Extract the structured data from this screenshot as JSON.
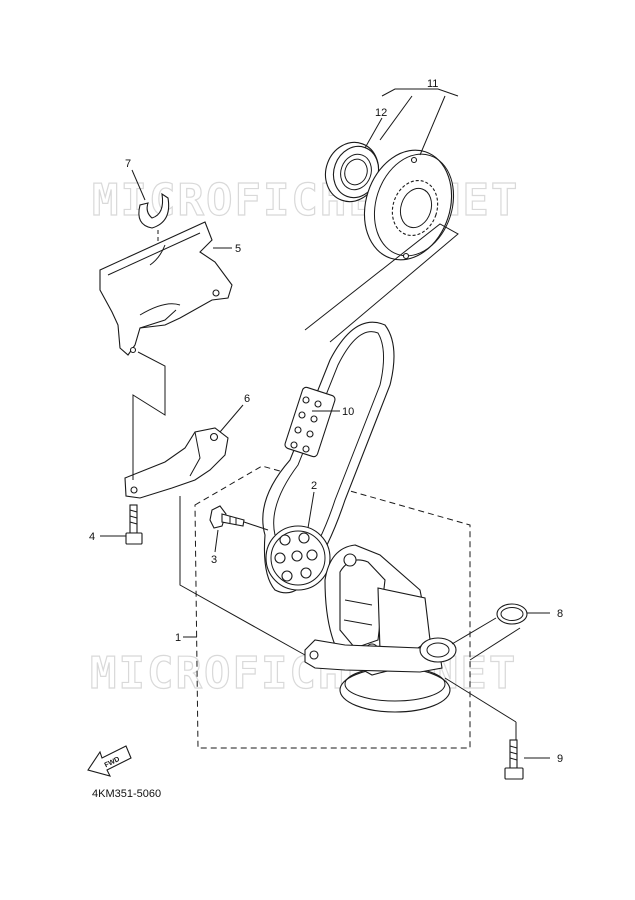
{
  "watermark": {
    "top": "MICROFICHES.NET",
    "bottom": "MICROFICHES.NET"
  },
  "callouts": {
    "c1": "1",
    "c2": "2",
    "c3": "3",
    "c4": "4",
    "c5": "5",
    "c6": "6",
    "c7": "7",
    "c8": "8",
    "c9": "9",
    "c10": "10",
    "c11": "11",
    "c12": "12"
  },
  "fwd_label": "FWD",
  "diagram_code": "4KM351-5060",
  "colors": {
    "line": "#1a1a1a",
    "watermark": "#d9d9d9",
    "background": "#ffffff"
  }
}
